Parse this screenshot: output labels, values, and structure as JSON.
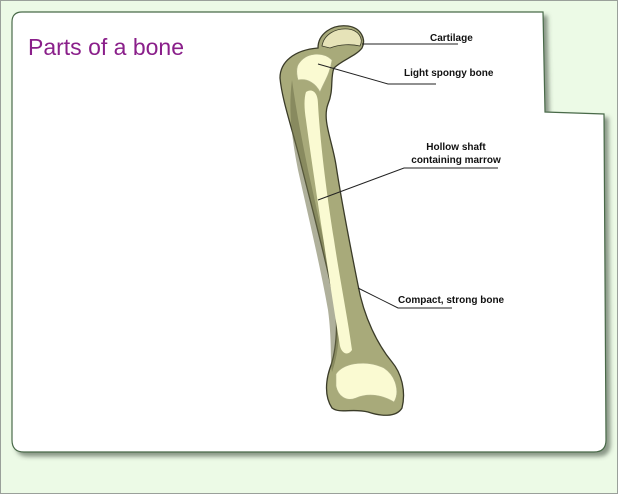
{
  "slide": {
    "title": "Parts of a bone",
    "labels": {
      "cartilage": "Cartilage",
      "spongy": "Light spongy bone",
      "hollow_line1": "Hollow shaft",
      "hollow_line2": "containing marrow",
      "compact": "Compact, strong bone"
    }
  },
  "colors": {
    "background": "#ecfae6",
    "panel": "#ffffff",
    "panel_border": "#4a6a4a",
    "title": "#8a1f8a",
    "bone_outer": "#a8aa7a",
    "bone_inner": "#fafad2",
    "bone_shadow": "#6d6f48"
  },
  "icons": {
    "diagram": "femur-bone-illustration"
  }
}
